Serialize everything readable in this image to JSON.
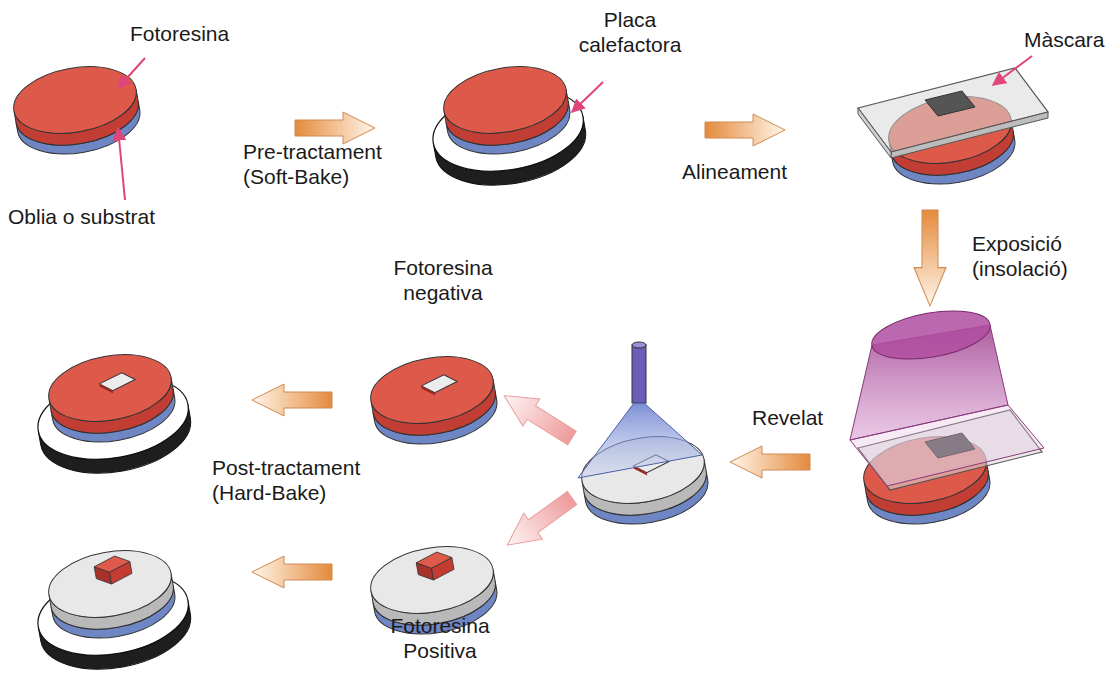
{
  "diagram": {
    "labels": [
      "Fotoresina",
      "Oblia o substrat",
      "Pre-tractament (Soft-Bake)",
      "Placa calefactora",
      "Alineament",
      "Màscara",
      "Exposició (insolació)",
      "Revelat",
      "Fotoresina negativa",
      "Post-tractament (Hard-Bake)",
      "Fotoresina Positiva"
    ]
  }
}
